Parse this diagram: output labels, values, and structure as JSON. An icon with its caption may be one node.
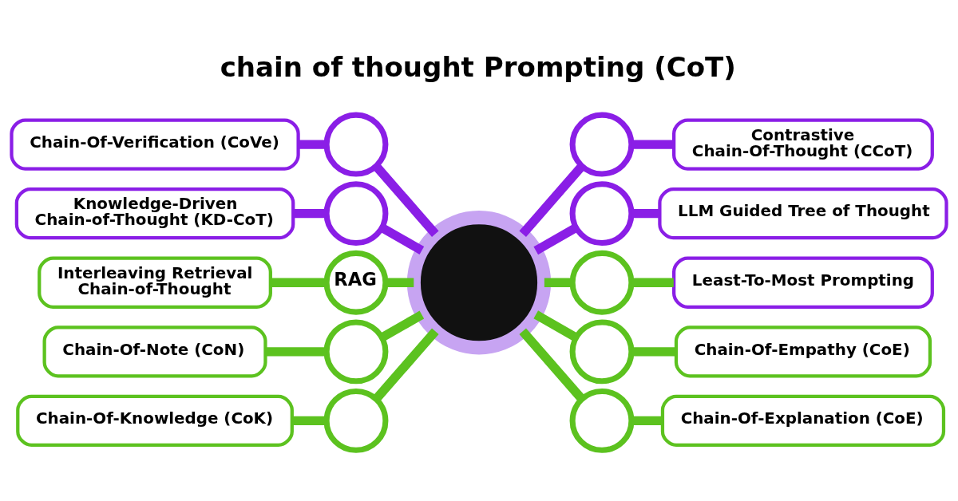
{
  "diagram": {
    "title": "chain of thought Prompting (CoT)",
    "nodes": [
      {
        "text": [],
        "shape": "circle"
      },
      {
        "text": [
          "Chain-Of-Verification (CoVe)"
        ]
      },
      {
        "text": [],
        "shape": "circle"
      },
      {
        "text": [
          "Knowledge-Driven Chain-of-Thought (KD-CoT)"
        ]
      },
      {
        "text": [],
        "shape": "circle"
      },
      {
        "text": [],
        "shape": "circle"
      },
      {
        "text": [
          "Contrastive Chain-Of-Thought (CCoT)"
        ]
      },
      {
        "text": [],
        "shape": "circle"
      },
      {
        "text": [
          "LLM Guided Tree of Thought"
        ]
      },
      {
        "text": [],
        "shape": "circle"
      },
      {
        "text": [
          "Least-To-Most Prompting"
        ]
      },
      {
        "text": [
          "Interleaving Retrieval Chain-of-Thought"
        ]
      },
      {
        "text": [
          "RAG"
        ]
      },
      {
        "text": [],
        "shape": "circle"
      },
      {
        "text": [
          "Chain-Of-Empathy (CoE)"
        ]
      },
      {
        "text": [
          "Chain-Of-Note (CoN)"
        ]
      },
      {
        "text": [],
        "shape": "circle"
      },
      {
        "text": [],
        "shape": "circle"
      },
      {
        "text": [
          "Chain-Of-Explanation (CoE)"
        ]
      },
      {
        "text": [
          "Chain-Of-Knowledge (CoK)"
        ]
      },
      {
        "text": [],
        "shape": "circle"
      }
    ],
    "edges": [
      {
        "from": 0,
        "to": 2,
        "arrow": "none",
        "color": "#8a1ee6"
      },
      {
        "from": 0,
        "to": 5,
        "arrow": "none",
        "color": "#8a1ee6"
      },
      {
        "from": 0,
        "to": 4,
        "arrow": "none",
        "color": "#8a1ee6"
      },
      {
        "from": 0,
        "to": 7,
        "arrow": "none",
        "color": "#8a1ee6"
      },
      {
        "from": 0,
        "to": 9,
        "arrow": "none"
      },
      {
        "from": 0,
        "to": 12,
        "arrow": "none"
      },
      {
        "from": 0,
        "to": 13,
        "arrow": "none"
      },
      {
        "from": 0,
        "to": 16,
        "arrow": "none"
      },
      {
        "from": 0,
        "to": 17,
        "arrow": "none"
      },
      {
        "from": 0,
        "to": 20,
        "arrow": "none"
      },
      {
        "from": 2,
        "to": 1,
        "arrow": "none",
        "color": "#8a1ee6"
      },
      {
        "from": 5,
        "to": 6,
        "arrow": "none",
        "color": "#8a1ee6"
      },
      {
        "from": 4,
        "to": 3,
        "arrow": "none",
        "color": "#8a1ee6"
      },
      {
        "from": 7,
        "to": 8,
        "arrow": "none",
        "color": "#8a1ee6"
      },
      {
        "from": 9,
        "to": 10,
        "arrow": "none"
      },
      {
        "from": 12,
        "to": 11,
        "arrow": "none"
      },
      {
        "from": 13,
        "to": 14,
        "arrow": "none"
      },
      {
        "from": 16,
        "to": 15,
        "arrow": "none"
      },
      {
        "from": 17,
        "to": 18,
        "arrow": "none"
      },
      {
        "from": 20,
        "to": 19,
        "arrow": "none"
      }
    ]
  }
}
